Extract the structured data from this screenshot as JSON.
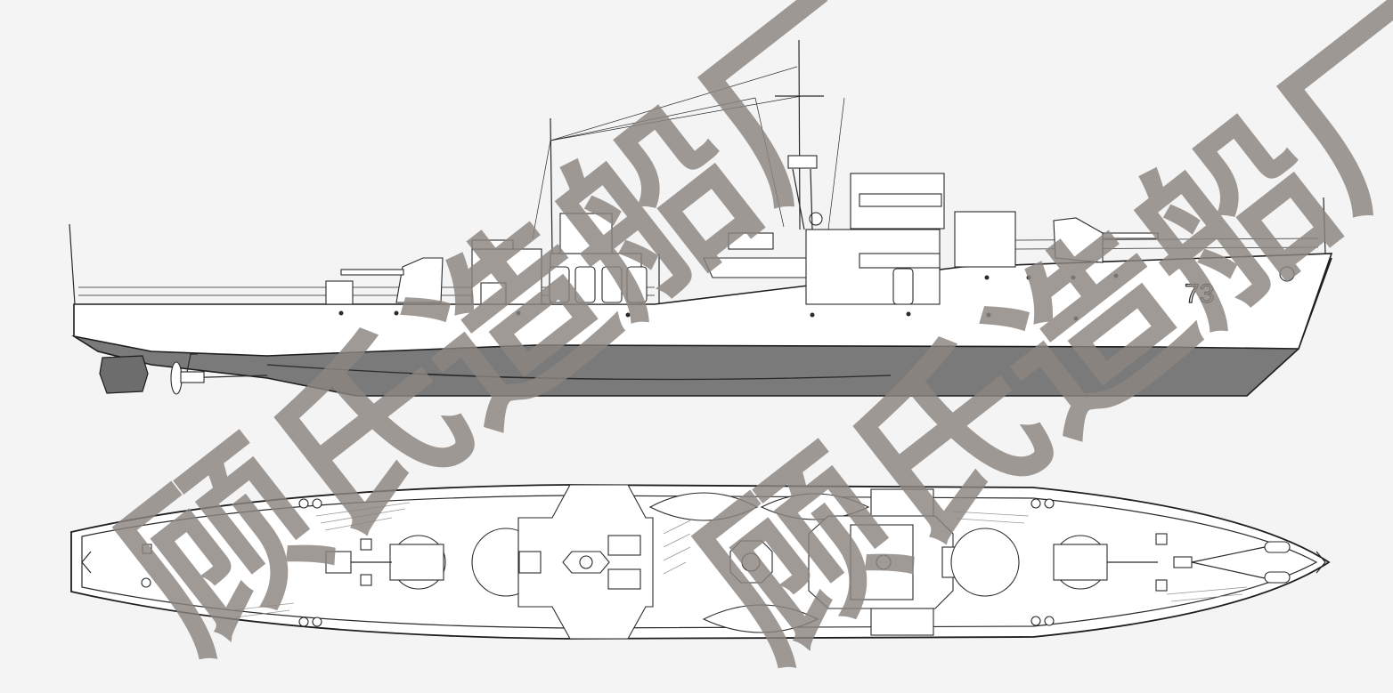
{
  "drawing": {
    "hull_number": "73",
    "views": [
      "side-profile",
      "deck-plan"
    ]
  },
  "watermark": {
    "text": "顾氏造船厂",
    "color": "#8c8580"
  },
  "colors": {
    "background": "#f4f4f4",
    "hull_upper": "#ffffff",
    "hull_lower": "#7a7a7a",
    "line": "#2a2a2a"
  }
}
